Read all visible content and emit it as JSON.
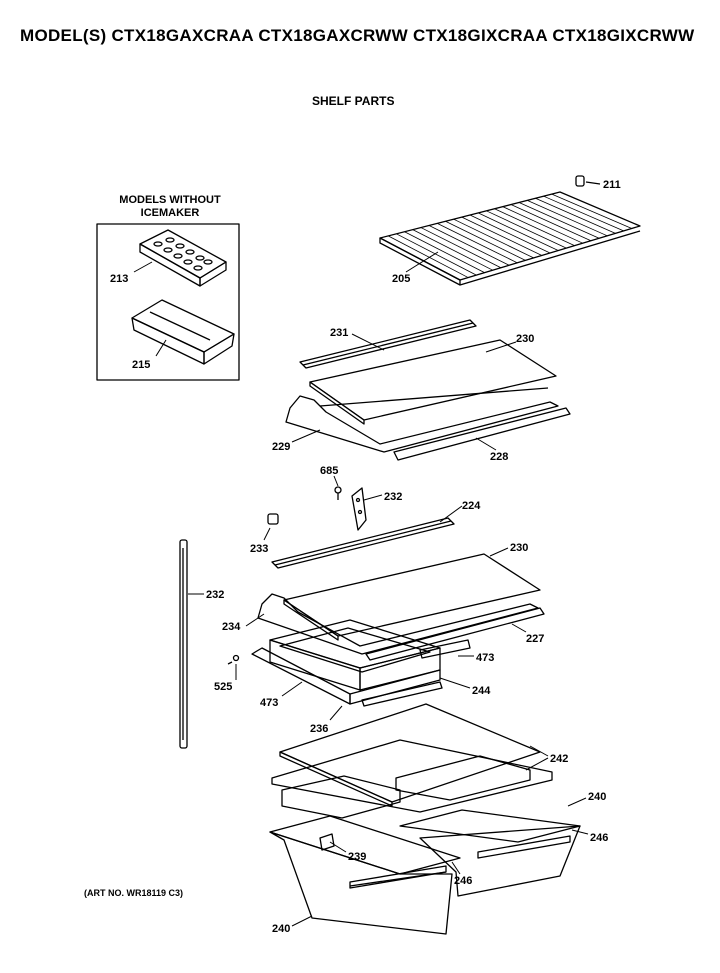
{
  "header": {
    "title": "MODEL(S) CTX18GAXCRAA  CTX18GAXCRWW  CTX18GIXCRAA  CTX18GIXCRWW"
  },
  "subtitle": "SHELF PARTS",
  "inset": {
    "title_line1": "MODELS WITHOUT",
    "title_line2": "ICEMAKER"
  },
  "art_number": "(ART NO. WR18119 C3)",
  "parts": {
    "p211": "211",
    "p205": "205",
    "p213": "213",
    "p215": "215",
    "p231": "231",
    "p230a": "230",
    "p229": "229",
    "p228": "228",
    "p685": "685",
    "p232a": "232",
    "p224": "224",
    "p233": "233",
    "p230b": "230",
    "p232b": "232",
    "p234": "234",
    "p227": "227",
    "p473a": "473",
    "p525": "525",
    "p473b": "473",
    "p244": "244",
    "p236": "236",
    "p242": "242",
    "p240a": "240",
    "p246a": "246",
    "p239": "239",
    "p246b": "246",
    "p240b": "240"
  }
}
